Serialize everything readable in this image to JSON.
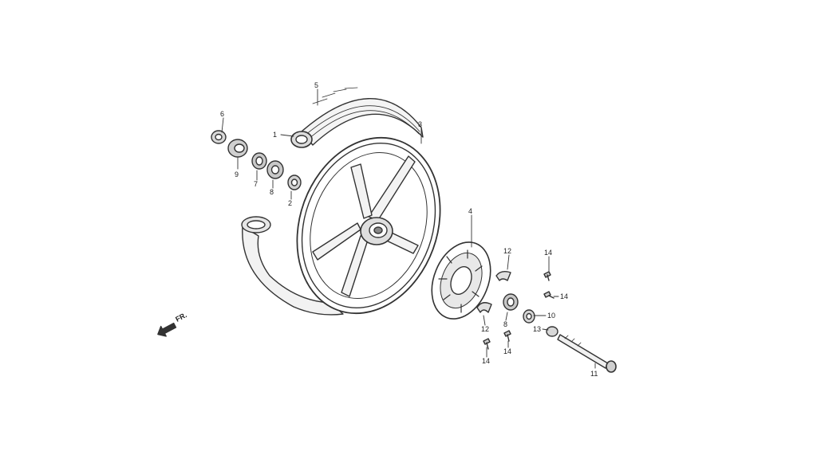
{
  "diagram": {
    "front_indicator": "FR.",
    "callouts": [
      "1",
      "2",
      "3",
      "4",
      "5",
      "6",
      "7",
      "8",
      "9",
      "10",
      "11",
      "12",
      "13",
      "14"
    ],
    "callout_labels": {
      "tire": "5",
      "inner_tube": "1",
      "wheel": "3",
      "flap": "",
      "collar_left": "6",
      "dust_seal": "9",
      "bearing_left_a": "7",
      "bearing_left_b": "8",
      "spacer": "2",
      "brake_disc": "4",
      "bolt_top": "14",
      "clip_top": "12",
      "bolt_mid": "14",
      "bearing_right": "8",
      "seal_right": "10",
      "clip_bottom": "12",
      "collar_right": "13",
      "bolt_low_a": "14",
      "bolt_low_b": "14",
      "axle": "11"
    }
  }
}
